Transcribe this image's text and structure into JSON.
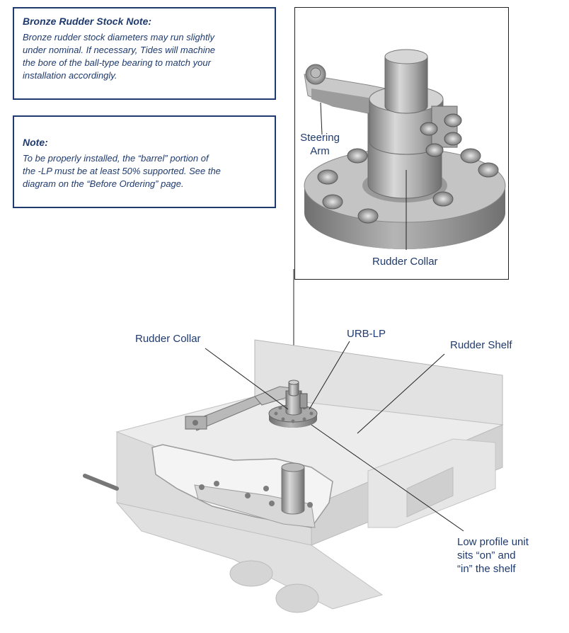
{
  "notes": [
    {
      "title": "Bronze Rudder Stock Note:",
      "lines": [
        "Bronze rudder stock diameters may run slightly",
        "under nominal. If necessary, Tides will machine",
        "the bore of the ball-type bearing to match your",
        "installation accordingly."
      ]
    },
    {
      "title": "Note:",
      "lines": [
        "To be properly installed, the “barrel” portion of",
        "the -LP must be at least 50% supported. See the",
        "diagram on the “Before Ordering” page."
      ]
    }
  ],
  "detail_labels": {
    "steering_arm": [
      "Steering",
      "Arm"
    ],
    "rudder_collar": "Rudder Collar"
  },
  "main_labels": {
    "rudder_collar": "Rudder Collar",
    "urb_lp": "URB-LP",
    "rudder_shelf": "Rudder Shelf",
    "low_profile": [
      "Low profile unit",
      "sits “on” and",
      "“in” the shelf"
    ]
  },
  "colors": {
    "text": "#1f3a6e",
    "metal_light": "#d4d4d4",
    "metal_dark": "#8a8a8a",
    "shelf": "#e4e4e4"
  }
}
